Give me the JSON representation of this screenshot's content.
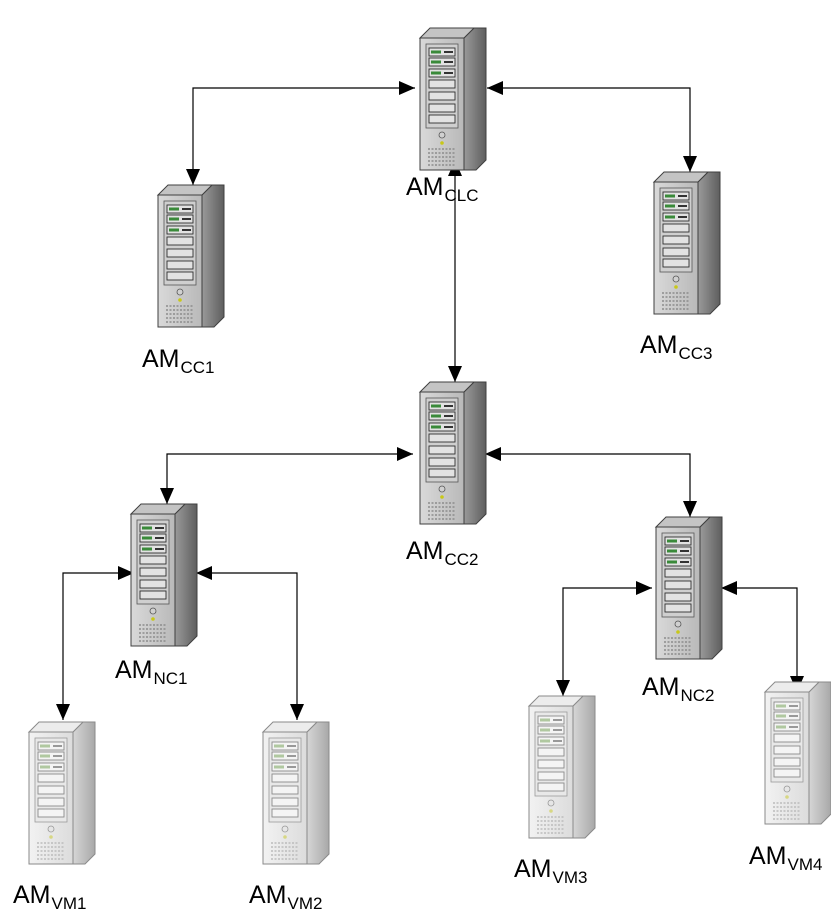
{
  "diagram": {
    "nodes": [
      {
        "id": "clc",
        "base": "AM",
        "sub": "CLC",
        "style": "dark"
      },
      {
        "id": "cc1",
        "base": "AM",
        "sub": "CC1",
        "style": "dark"
      },
      {
        "id": "cc3",
        "base": "AM",
        "sub": "CC3",
        "style": "dark"
      },
      {
        "id": "cc2",
        "base": "AM",
        "sub": "CC2",
        "style": "dark"
      },
      {
        "id": "nc1",
        "base": "AM",
        "sub": "NC1",
        "style": "dark"
      },
      {
        "id": "nc2",
        "base": "AM",
        "sub": "NC2",
        "style": "dark"
      },
      {
        "id": "vm1",
        "base": "AM",
        "sub": "VM1",
        "style": "light"
      },
      {
        "id": "vm2",
        "base": "AM",
        "sub": "VM2",
        "style": "light"
      },
      {
        "id": "vm3",
        "base": "AM",
        "sub": "VM3",
        "style": "light"
      },
      {
        "id": "vm4",
        "base": "AM",
        "sub": "VM4",
        "style": "light"
      }
    ],
    "edges": [
      {
        "from": "clc",
        "to": "cc1",
        "bidirectional": true
      },
      {
        "from": "clc",
        "to": "cc3",
        "bidirectional": true
      },
      {
        "from": "clc",
        "to": "cc2",
        "bidirectional": true
      },
      {
        "from": "cc2",
        "to": "nc1",
        "bidirectional": true
      },
      {
        "from": "cc2",
        "to": "nc2",
        "bidirectional": true
      },
      {
        "from": "nc1",
        "to": "vm1",
        "bidirectional": true
      },
      {
        "from": "nc1",
        "to": "vm2",
        "bidirectional": true
      },
      {
        "from": "nc2",
        "to": "vm3",
        "bidirectional": true
      },
      {
        "from": "nc2",
        "to": "vm4",
        "bidirectional": true
      }
    ]
  }
}
